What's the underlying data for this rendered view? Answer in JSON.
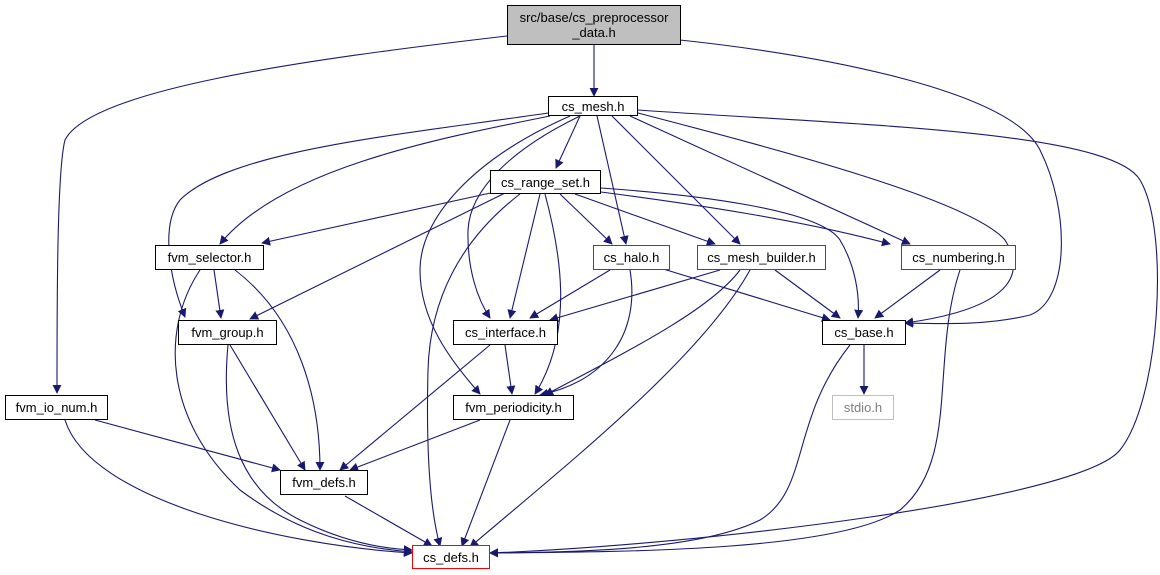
{
  "colors": {
    "edge": "#191970",
    "root_fill": "#bfbfbf",
    "red_border": "#ff0000",
    "gray_border": "#bfbfbf"
  },
  "nodes": {
    "root": "src/base/cs_preprocessor\n_data.h",
    "cs_mesh": "cs_mesh.h",
    "cs_range_set": "cs_range_set.h",
    "fvm_selector": "fvm_selector.h",
    "cs_halo": "cs_halo.h",
    "cs_mesh_builder": "cs_mesh_builder.h",
    "cs_numbering": "cs_numbering.h",
    "fvm_group": "fvm_group.h",
    "cs_interface": "cs_interface.h",
    "cs_base": "cs_base.h",
    "fvm_io_num": "fvm_io_num.h",
    "fvm_periodicity": "fvm_periodicity.h",
    "stdio": "stdio.h",
    "fvm_defs": "fvm_defs.h",
    "cs_defs": "cs_defs.h"
  }
}
